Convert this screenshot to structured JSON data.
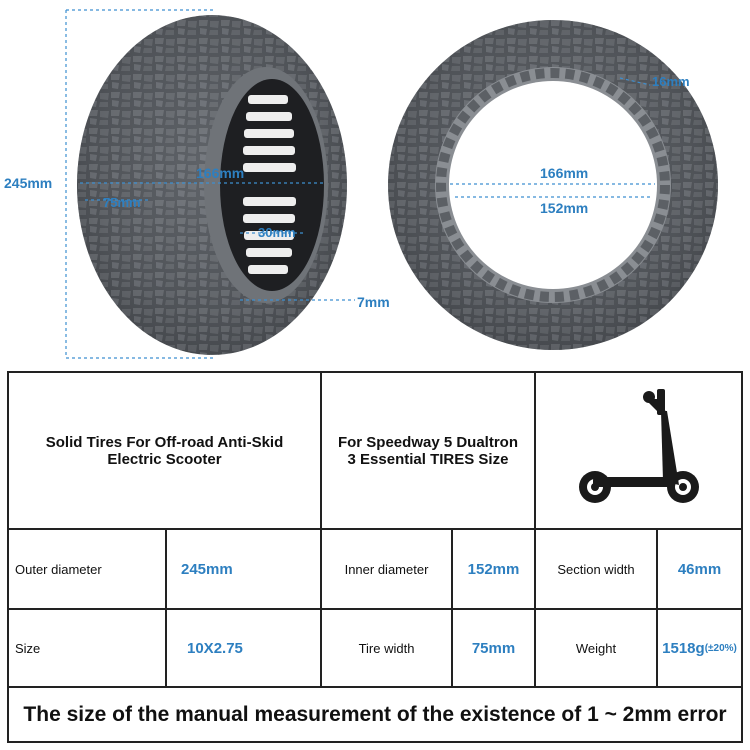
{
  "dimensions": {
    "outer_diameter_side": "245mm",
    "inner_166_side": "166mm",
    "width_75_side": "75mm",
    "width_30_side": "30mm",
    "wall_7_side": "7mm",
    "tread_16_front": "16mm",
    "inner_166_front": "166mm",
    "inner_152_front": "152mm"
  },
  "table": {
    "title_left": "Solid Tires For Off-road Anti-Skid Electric Scooter",
    "title_middle": "For Speedway 5 Dualtron 3 Essential TIRES Size",
    "row1": {
      "outer_label": "Outer diameter",
      "outer_value": "245mm",
      "inner_label": "Inner diameter",
      "inner_value": "152mm",
      "section_label": "Section width",
      "section_value": "46mm"
    },
    "row2": {
      "size_label": "Size",
      "size_value": "10X2.75",
      "tire_label": "Tire width",
      "tire_value": "75mm",
      "weight_label": "Weight",
      "weight_value": "1518g",
      "weight_tolerance": "(±20%)"
    },
    "footer": "The size of the manual measurement of the existence of 1 ~ 2mm error"
  },
  "colors": {
    "accent": "#2d7fc0",
    "tire_dark": "#3a3d42",
    "tire_light": "#8c9096"
  },
  "icons": [
    "scooter-icon"
  ]
}
